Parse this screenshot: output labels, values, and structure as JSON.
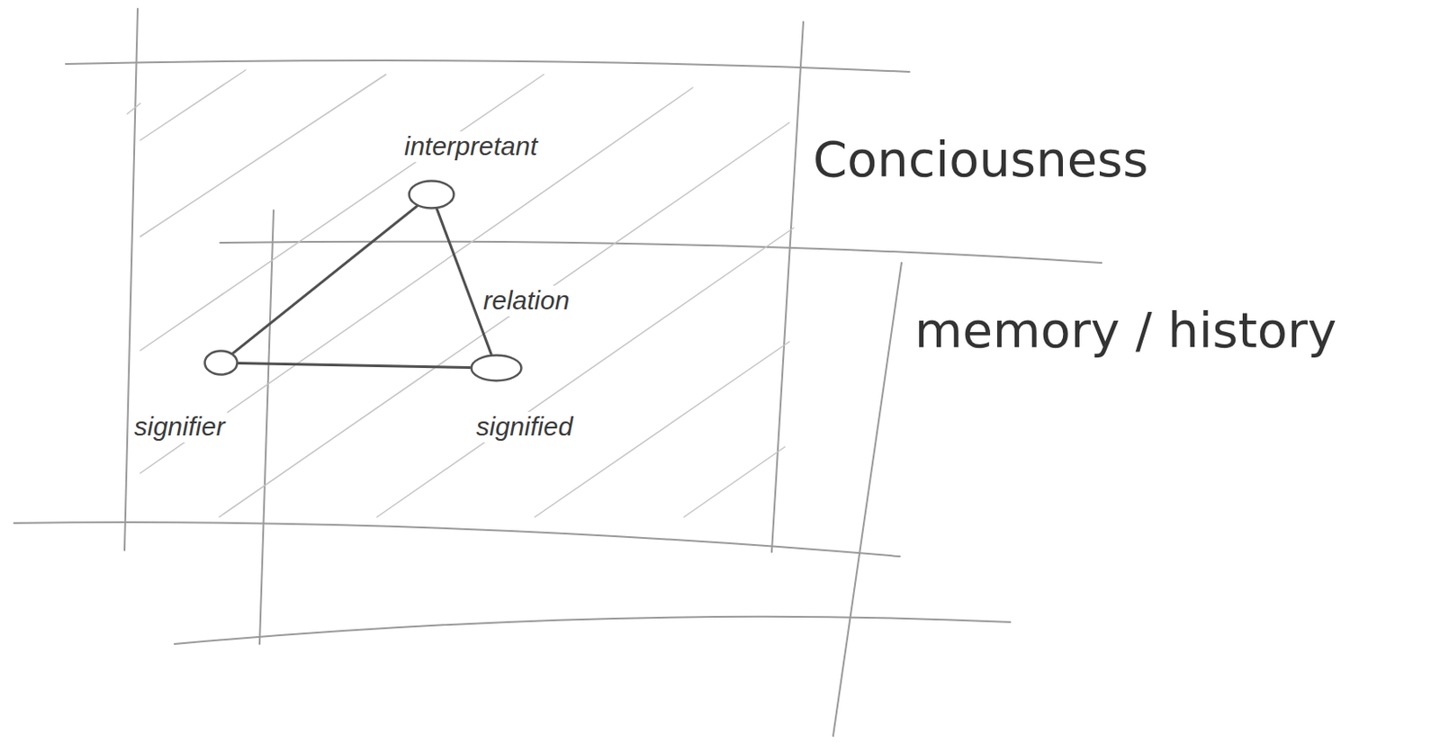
{
  "diagram": {
    "nodes": [
      {
        "text": [
          "interpretant"
        ]
      },
      {
        "text": [
          "signifier"
        ]
      },
      {
        "text": [
          "signified"
        ]
      }
    ],
    "edges": [
      {
        "from": 0,
        "to": 1,
        "arrow": "none"
      },
      {
        "from": 0,
        "to": 2,
        "label": "relation",
        "arrow": "none"
      },
      {
        "from": 1,
        "to": 2,
        "arrow": "none"
      }
    ],
    "labels": [
      "Conciousness",
      "memory / history"
    ]
  }
}
